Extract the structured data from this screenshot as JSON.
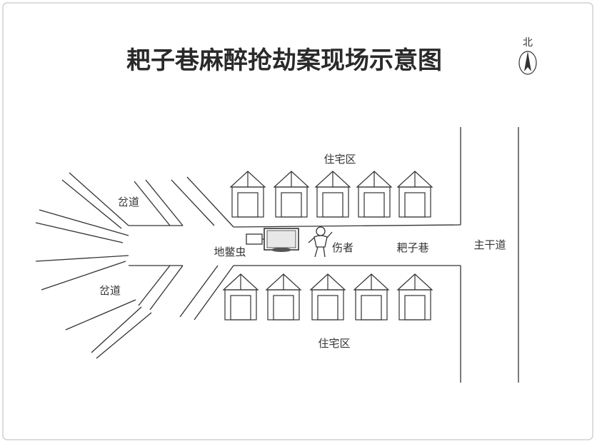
{
  "title": "耙子巷麻醉抢劫案现场示意图",
  "compass": {
    "label": "北",
    "icon": "north-arrow-icon"
  },
  "labels": {
    "residential_north": "住宅区",
    "residential_south": "住宅区",
    "branch_north": "岔道",
    "branch_south": "岔道",
    "alley": "耙子巷",
    "main_road": "主干道",
    "victim": "伤者",
    "turtle": "地鳖虫"
  },
  "icons": [
    "house-icon",
    "tricycle-icon",
    "victim-figure-icon"
  ],
  "house_count": {
    "north": 5,
    "south": 5
  }
}
